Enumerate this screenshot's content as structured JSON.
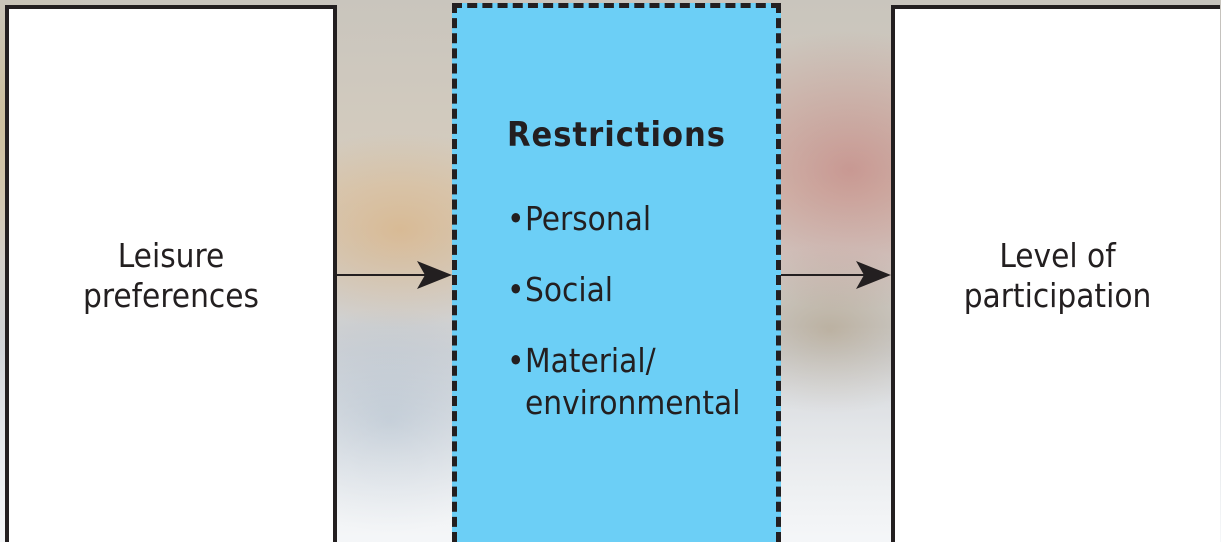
{
  "nodes": {
    "left": {
      "line1": "Leisure",
      "line2": "preferences"
    },
    "middle": {
      "title": "Restrictions",
      "bullet_symbol": "•",
      "items": [
        {
          "line1": "Personal",
          "line2": ""
        },
        {
          "line1": "Social",
          "line2": ""
        },
        {
          "line1": "Material/",
          "line2": "environmental"
        }
      ]
    },
    "right": {
      "line1": "Level of",
      "line2": "participation"
    }
  },
  "colors": {
    "box_fill": "#ffffff",
    "restrictions_fill": "#6ccff6",
    "stroke": "#231f20"
  }
}
